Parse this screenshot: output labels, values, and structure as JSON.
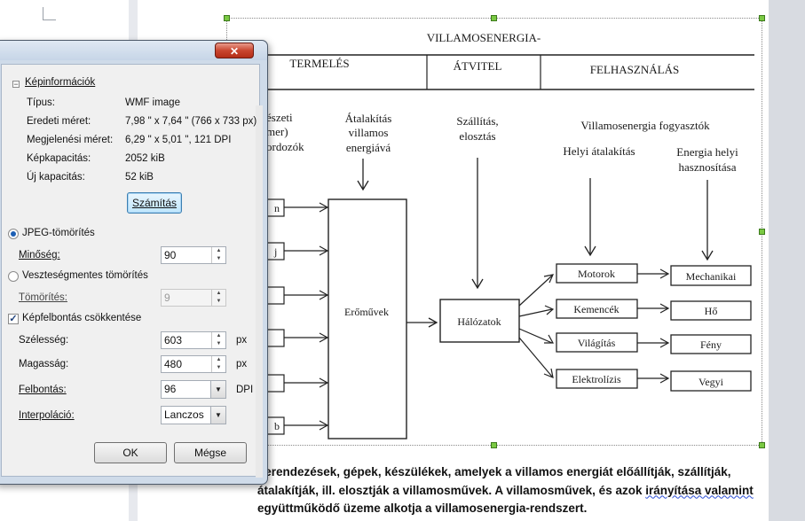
{
  "dialog": {
    "close_glyph": "✕",
    "section_title": "Képinformációk",
    "info": [
      {
        "label": "Típus:",
        "value": "WMF image"
      },
      {
        "label": "Eredeti méret:",
        "value": "7,98 \" x 7,64 \" (766 x 733 px)"
      },
      {
        "label": "Megjelenési méret:",
        "value": "6,29 \" x 5,01 \", 121 DPI"
      },
      {
        "label": "Képkapacitás:",
        "value": "2052 kiB"
      },
      {
        "label": "Új kapacitás:",
        "value": "52 kiB"
      }
    ],
    "calculate_button": "Számítás",
    "jpeg_radio": "JPEG-tömörítés",
    "quality_label": "Minőség:",
    "quality_value": "90",
    "lossless_radio": "Veszteségmentes tömörítés",
    "compression_label": "Tömörítés:",
    "compression_value": "9",
    "reduce_checkbox": "Képfelbontás csökkentése",
    "width_label": "Szélesség:",
    "width_value": "603",
    "width_unit": "px",
    "height_label": "Magasság:",
    "height_value": "480",
    "height_unit": "px",
    "resolution_label": "Felbontás:",
    "resolution_value": "96",
    "resolution_unit": "DPI",
    "interpolation_label": "Interpoláció:",
    "interpolation_value": "Lanczos",
    "ok_button": "OK",
    "cancel_button": "Mégse"
  },
  "diagram": {
    "title": "VILLAMOSENERGIA-",
    "col_production": "TERMELÉS",
    "col_transmission": "ÁTVITEL",
    "col_usage": "FELHASZNÁLÁS",
    "left_label_1": "észeti",
    "left_label_2": "mer)",
    "left_label_3": "ordozók",
    "conversion_1": "Átalakítás",
    "conversion_2": "villamos",
    "conversion_3": "energiává",
    "transport_1": "Szállítás,",
    "transport_2": "elosztás",
    "consumers": "Villamosenergia fogyasztók",
    "local_conversion": "Helyi átalakítás",
    "local_use_1": "Energia helyi",
    "local_use_2": "hasznosítása",
    "left_boxes": [
      "n",
      "j",
      "",
      "",
      "",
      "b"
    ],
    "power_plants": "Erőművek",
    "networks": "Hálózatok",
    "consumer_boxes": [
      "Motorok",
      "Kemencék",
      "Világítás",
      "Elektrolízis"
    ],
    "result_boxes": [
      "Mechanikai",
      "Hő",
      "Fény",
      "Vegyi"
    ]
  },
  "body_text": {
    "line1": "berendezések, gépek, készülékek, amelyek a villamos energiát előállítják, szállítják,",
    "line2": "átalakítják, ill. elosztják a villamosművek. A villamosművek, és azok ",
    "line2_squiggle": "irányítása valamint",
    "line3": "együttműködő üzeme alkotja a villamosenergia-rendszert."
  },
  "colors": {
    "handle": "#7ac943",
    "close_button": "#c9452f"
  }
}
